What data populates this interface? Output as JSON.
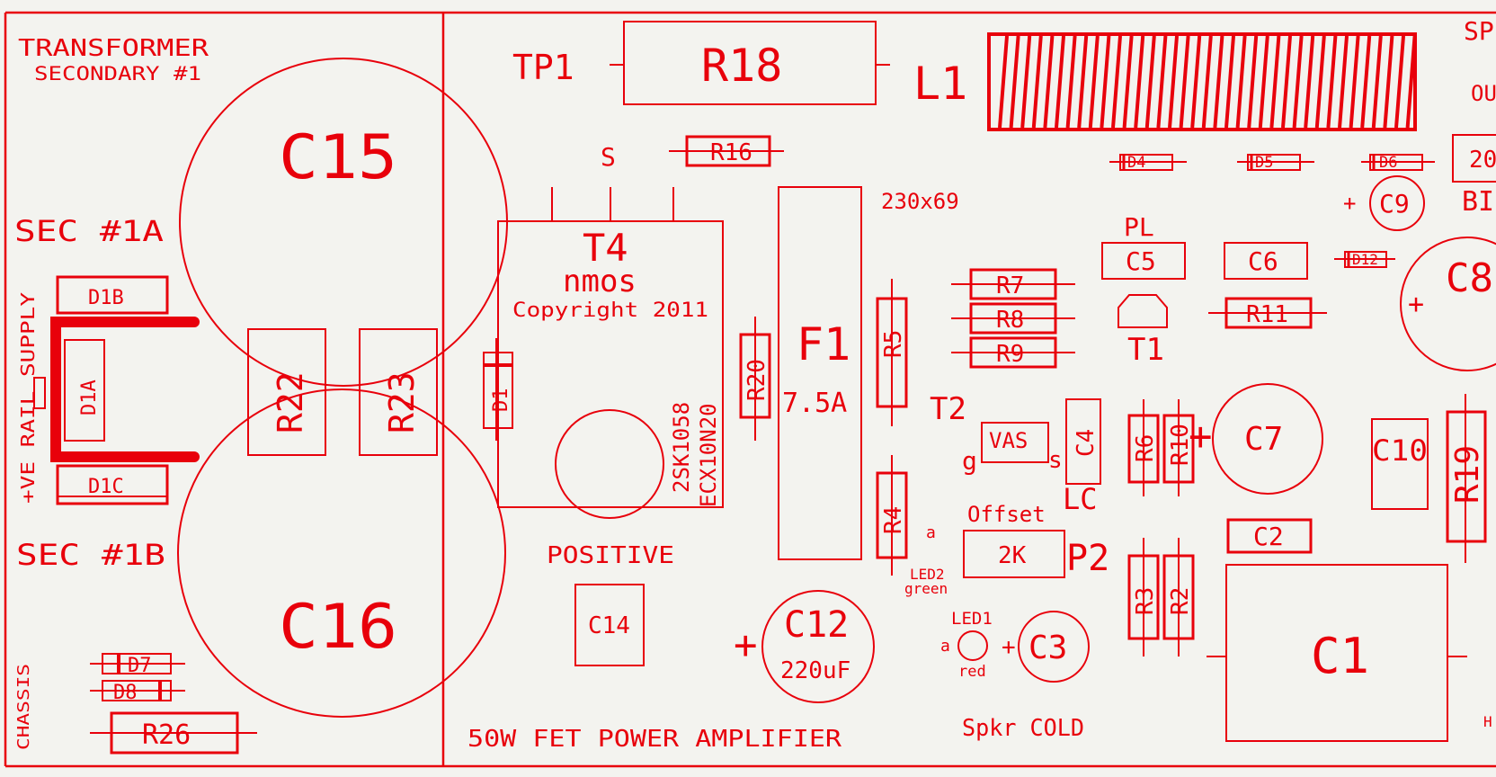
{
  "board": {
    "title": "50W FET POWER AMPLIFIER",
    "transformer_line1": "TRANSFORMER",
    "transformer_line2": "SECONDARY #1",
    "sec_a": "SEC #1A",
    "sec_b": "SEC #1B",
    "rail": "+VE RAIL SUPPLY",
    "chassis": "CHASSIS",
    "positive": "POSITIVE",
    "copyright": "Copyright 2011",
    "spkr_cold": "Spkr COLD",
    "sink_size": "230x69"
  },
  "components": {
    "C15": "C15",
    "C16": "C16",
    "C14": "C14",
    "C12": "C12",
    "C12_value": "220uF",
    "C3": "C3",
    "C1": "C1",
    "C2": "C2",
    "C4": "C4",
    "C5": "C5",
    "C6": "C6",
    "C7": "C7",
    "C8": "C8",
    "C9": "C9",
    "C10": "C10",
    "D1A": "D1A",
    "D1B": "D1B",
    "D1C": "D1C",
    "D1": "D1",
    "D7": "D7",
    "D8": "D8",
    "D4": "D4",
    "D5": "D5",
    "D6": "D6",
    "D12": "D12",
    "R2": "R2",
    "R3": "R3",
    "R4": "R4",
    "R5": "R5",
    "R6": "R6",
    "R7": "R7",
    "R8": "R8",
    "R9": "R9",
    "R10": "R10",
    "R11": "R11",
    "R16": "R16",
    "R18": "R18",
    "R19": "R19",
    "R20": "R20",
    "R22": "R22",
    "R23": "R23",
    "R26": "R26",
    "T1": "T1",
    "T2": "T2",
    "T4": "T4",
    "T4_type": "nmos",
    "T4_part1": "2SK1058",
    "T4_part2": "ECX10N20",
    "vas": "VAS",
    "gate": "g",
    "source": "s",
    "source_pin": "S",
    "F1": "F1",
    "F1_rating": "7.5A",
    "L1": "L1",
    "TP1": "TP1",
    "P2": "P2",
    "P2_value": "2K",
    "offset": "Offset",
    "LC": "LC",
    "PL": "PL",
    "LED1": "LED1",
    "LED1_color": "red",
    "LED1_anode": "a",
    "LED2": "LED2",
    "LED2_color": "green",
    "LED2_anode": "a",
    "plus": "+"
  },
  "clipped": {
    "sp": "SP",
    "ou": "OU",
    "twenty": "20",
    "bi": "BI",
    "h": "H"
  },
  "colors": {
    "silkscreen": "#e8000b",
    "board": "#f3f3ef"
  }
}
